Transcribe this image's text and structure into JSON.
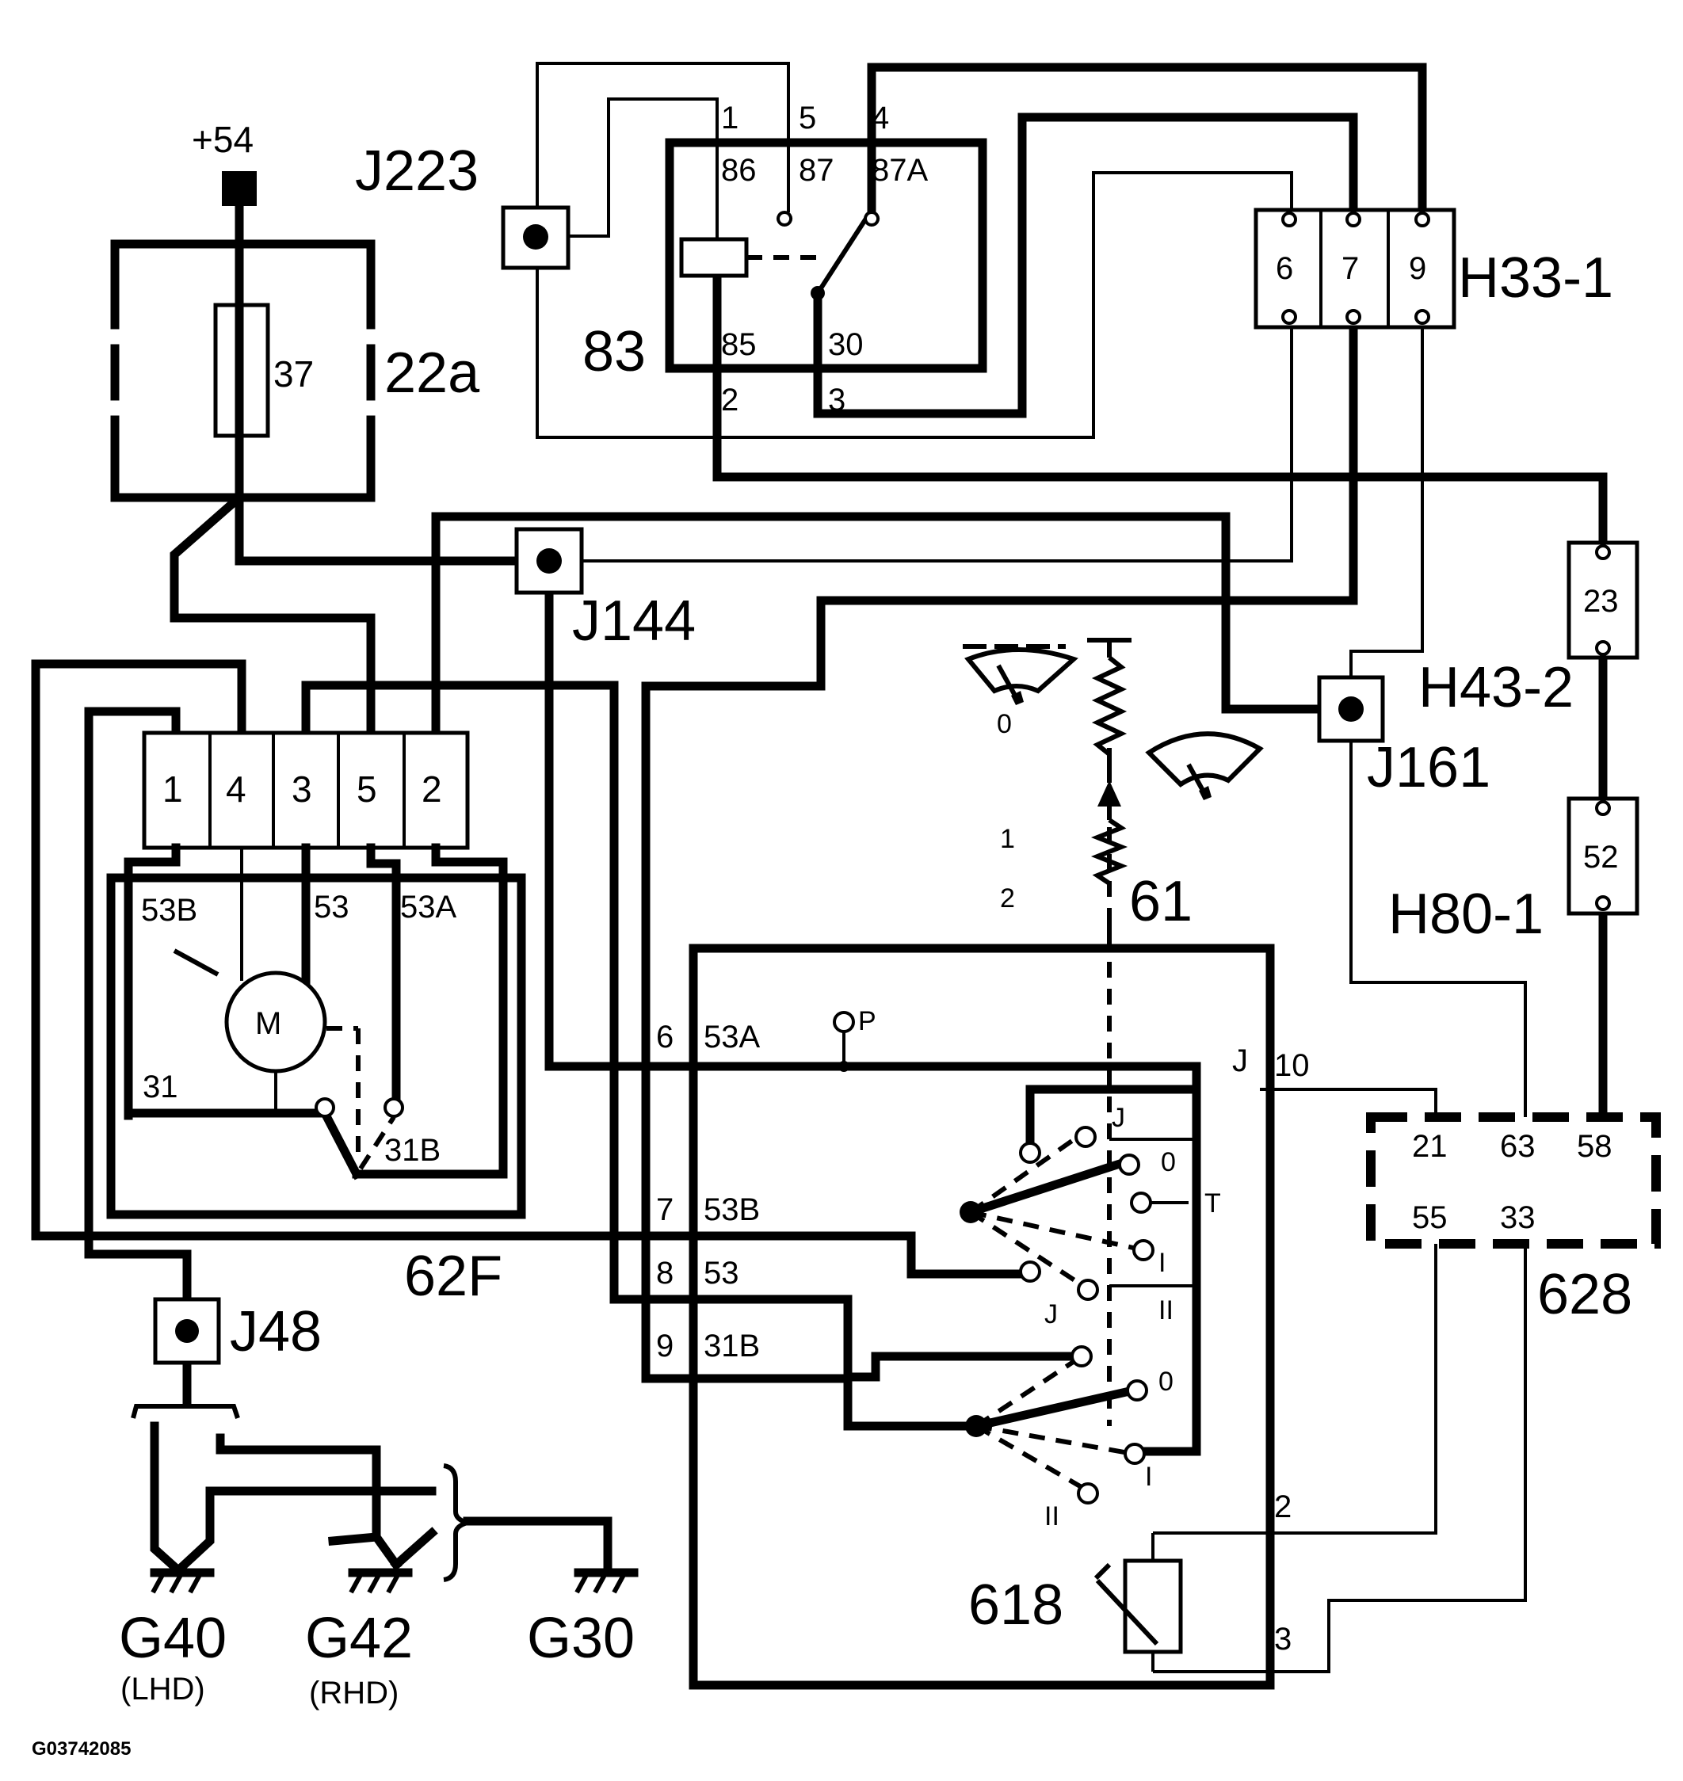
{
  "components": {
    "supply": "+54",
    "relay_j223": "J223",
    "relay_83": "83",
    "relay_pins": {
      "p1": "1",
      "p86": "86",
      "p5": "5",
      "p87": "87",
      "p4": "4",
      "p87a": "87A",
      "p85": "85",
      "p30": "30",
      "p2": "2",
      "p3": "3"
    },
    "fuse_box": "22a",
    "fuse": "37",
    "connector_h33": {
      "name": "H33-1",
      "pins": [
        "6",
        "7",
        "9"
      ]
    },
    "splice_j144": "J144",
    "splice_j161": "J161",
    "connector_h43": "H43-2",
    "connector_h80": {
      "name": "H80-1",
      "pins": [
        "23",
        "52"
      ]
    },
    "motor_connector": {
      "pins": [
        "1",
        "4",
        "3",
        "5",
        "2"
      ]
    },
    "motor_labels": {
      "a": "53B",
      "b": "53",
      "c": "53A",
      "d": "31",
      "e": "31B",
      "m": "M"
    },
    "motor_assembly": "62F",
    "switch_61": "61",
    "switch_positions": {
      "p0": "0",
      "p1": "1",
      "p2": "2"
    },
    "switch_pins": [
      {
        "num": "6",
        "name": "53A"
      },
      {
        "num": "7",
        "name": "53B"
      },
      {
        "num": "8",
        "name": "53"
      },
      {
        "num": "9",
        "name": "31B"
      }
    ],
    "switch_P": "P",
    "switch_J": "J",
    "switch_10": "10",
    "switch_contact_labels": {
      "j1": "J",
      "z1": "0",
      "t": "T",
      "i1": "I",
      "ii1": "II",
      "j2": "J",
      "z2": "0",
      "i2": "I",
      "ii2": "II"
    },
    "switch_2": "2",
    "switch_3": "3",
    "rheostat_618": "618",
    "module_628": {
      "name": "628",
      "pins_top": [
        "21",
        "63",
        "58"
      ],
      "pins_bottom": [
        "55",
        "33"
      ]
    },
    "splice_j48": "J48",
    "grounds": [
      {
        "name": "G40",
        "note": "(LHD)"
      },
      {
        "name": "G42",
        "note": "(RHD)"
      },
      {
        "name": "G30",
        "note": ""
      }
    ]
  },
  "figure_id": "G03742085"
}
